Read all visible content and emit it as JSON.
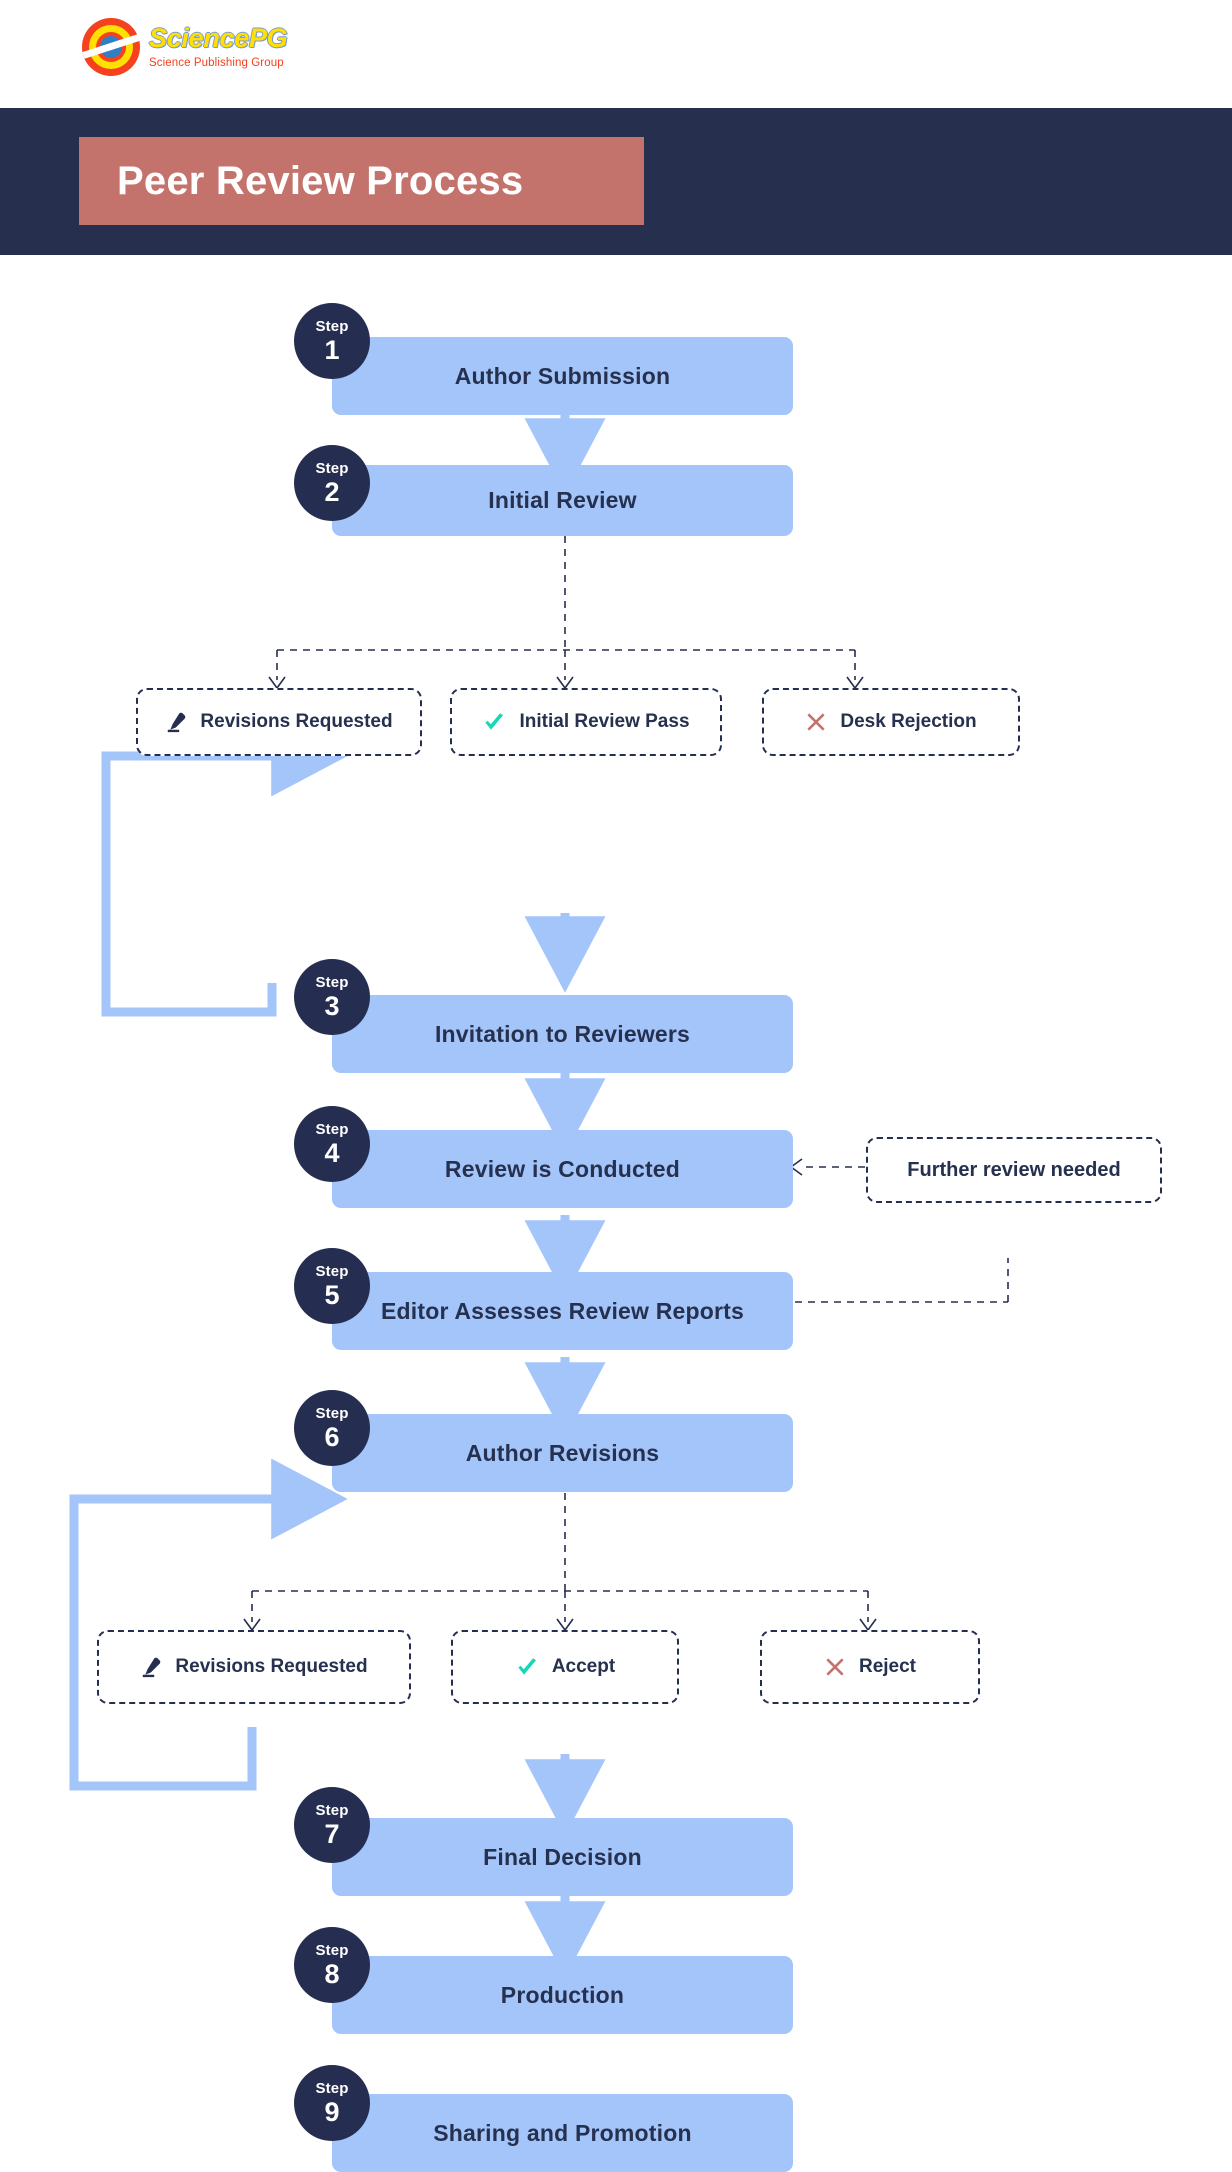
{
  "brand": {
    "name": "SciencePG",
    "tagline": "Science Publishing Group",
    "logo_icon": "sciencepg-target-logo",
    "colors": {
      "red": "#f5411d",
      "yellow": "#ffe000",
      "blue_dot": "#2e7fc4"
    }
  },
  "header": {
    "title": "Peer Review Process",
    "band_color": "#272f4f",
    "title_box_color": "#c4736c",
    "title_text_color": "#ffffff"
  },
  "theme": {
    "step_box_fill": "#a4c5fa",
    "step_badge_fill": "#252e50",
    "text_dark": "#26304f",
    "arrow_blue": "#a4c5fa",
    "dashed_line": "#252e50",
    "check_teal": "#18d7b6",
    "reject_rose": "#c4736c"
  },
  "flow": {
    "step_word": "Step",
    "steps": [
      {
        "num": "1",
        "label": "Author Submission"
      },
      {
        "num": "2",
        "label": "Initial Review"
      },
      {
        "num": "3",
        "label": "Invitation to Reviewers"
      },
      {
        "num": "4",
        "label": "Review is Conducted"
      },
      {
        "num": "5",
        "label": "Editor Assesses Review Reports"
      },
      {
        "num": "6",
        "label": "Author Revisions"
      },
      {
        "num": "7",
        "label": "Final Decision"
      },
      {
        "num": "8",
        "label": "Production"
      },
      {
        "num": "9",
        "label": "Sharing and Promotion"
      }
    ],
    "branch_one": [
      {
        "label": "Revisions Requested",
        "icon": "pen-icon"
      },
      {
        "label": "Initial Review Pass",
        "icon": "check-icon"
      },
      {
        "label": "Desk Rejection",
        "icon": "cross-icon"
      }
    ],
    "branch_two": [
      {
        "label": "Revisions Requested",
        "icon": "pen-icon"
      },
      {
        "label": "Accept",
        "icon": "check-icon"
      },
      {
        "label": "Reject",
        "icon": "cross-icon"
      }
    ],
    "side_note": {
      "label": "Further review needed"
    }
  }
}
